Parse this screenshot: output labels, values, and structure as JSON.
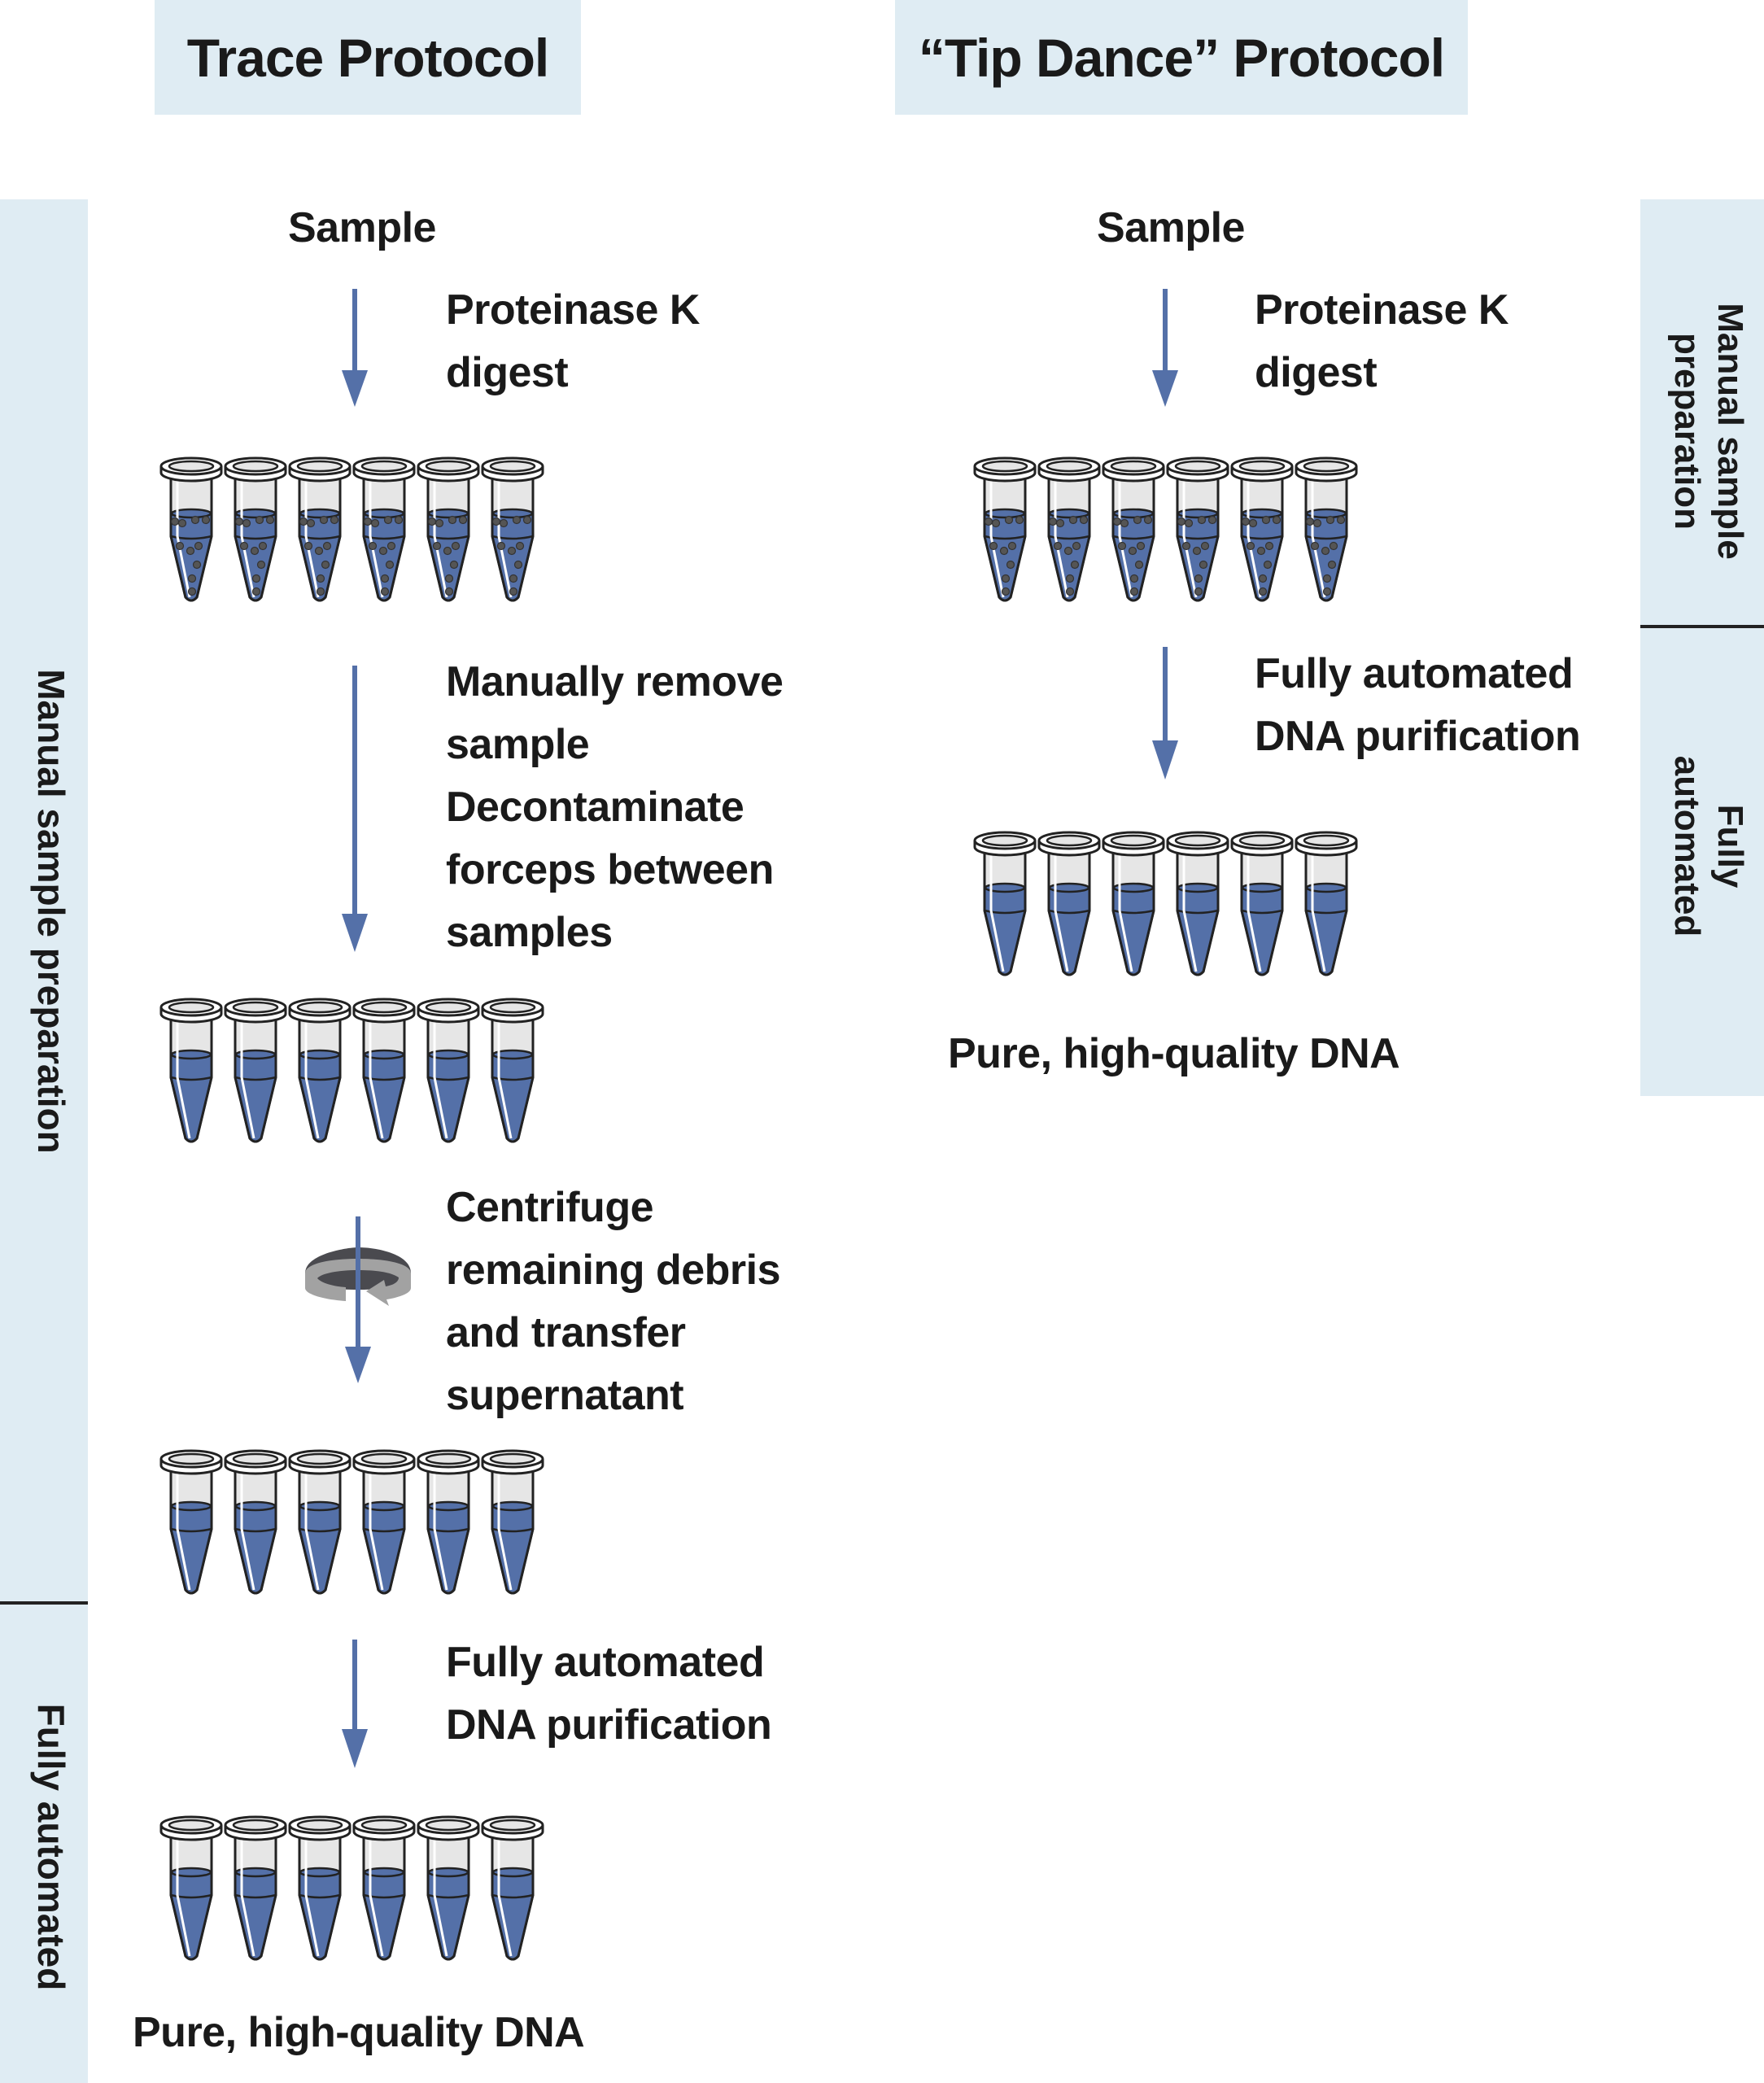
{
  "colors": {
    "band_bg": "#dfecf3",
    "arrow": "#5470a8",
    "liquid": "#5470a8",
    "tube_wall": "#e6e6e6",
    "outline": "#222222",
    "bead": "#555555",
    "spin_dark": "#4a4a4f",
    "spin_light": "#a2a2a2"
  },
  "trace": {
    "title": "Trace Protocol",
    "sample_label": "Sample",
    "steps": [
      {
        "id": "proteinase",
        "lines": [
          "Proteinase K",
          "digest"
        ],
        "icon": "arrow-down-icon"
      },
      {
        "id": "manual-remove",
        "lines": [
          "Manually remove",
          "sample",
          "Decontaminate",
          "forceps between",
          "samples"
        ],
        "icon": "arrow-down-icon"
      },
      {
        "id": "centrifuge",
        "lines": [
          "Centrifuge",
          "remaining debris",
          "and transfer",
          "supernatant"
        ],
        "icon": "centrifuge-rotate-icon"
      },
      {
        "id": "automated",
        "lines": [
          "Fully automated",
          "DNA purification"
        ],
        "icon": "arrow-down-icon"
      }
    ],
    "tube_rows": [
      {
        "state": "with-beads",
        "count": 6
      },
      {
        "state": "liquid",
        "count": 6
      },
      {
        "state": "liquid",
        "count": 6
      },
      {
        "state": "liquid",
        "count": 6
      }
    ],
    "result_label": "Pure, high-quality DNA",
    "side_sections": [
      {
        "label": "Manual sample preparation"
      },
      {
        "label": "Fully automated"
      }
    ]
  },
  "tipdance": {
    "title": "“Tip Dance” Protocol",
    "sample_label": "Sample",
    "steps": [
      {
        "id": "proteinase",
        "lines": [
          "Proteinase K",
          "digest"
        ],
        "icon": "arrow-down-icon"
      },
      {
        "id": "automated",
        "lines": [
          "Fully automated",
          "DNA purification"
        ],
        "icon": "arrow-down-icon"
      }
    ],
    "tube_rows": [
      {
        "state": "with-beads",
        "count": 6
      },
      {
        "state": "liquid",
        "count": 6
      }
    ],
    "result_label": "Pure, high-quality DNA",
    "side_sections": [
      {
        "label_lines": [
          "Manual sample",
          "preparation"
        ]
      },
      {
        "label_lines": [
          "Fully",
          "automated"
        ]
      }
    ]
  }
}
